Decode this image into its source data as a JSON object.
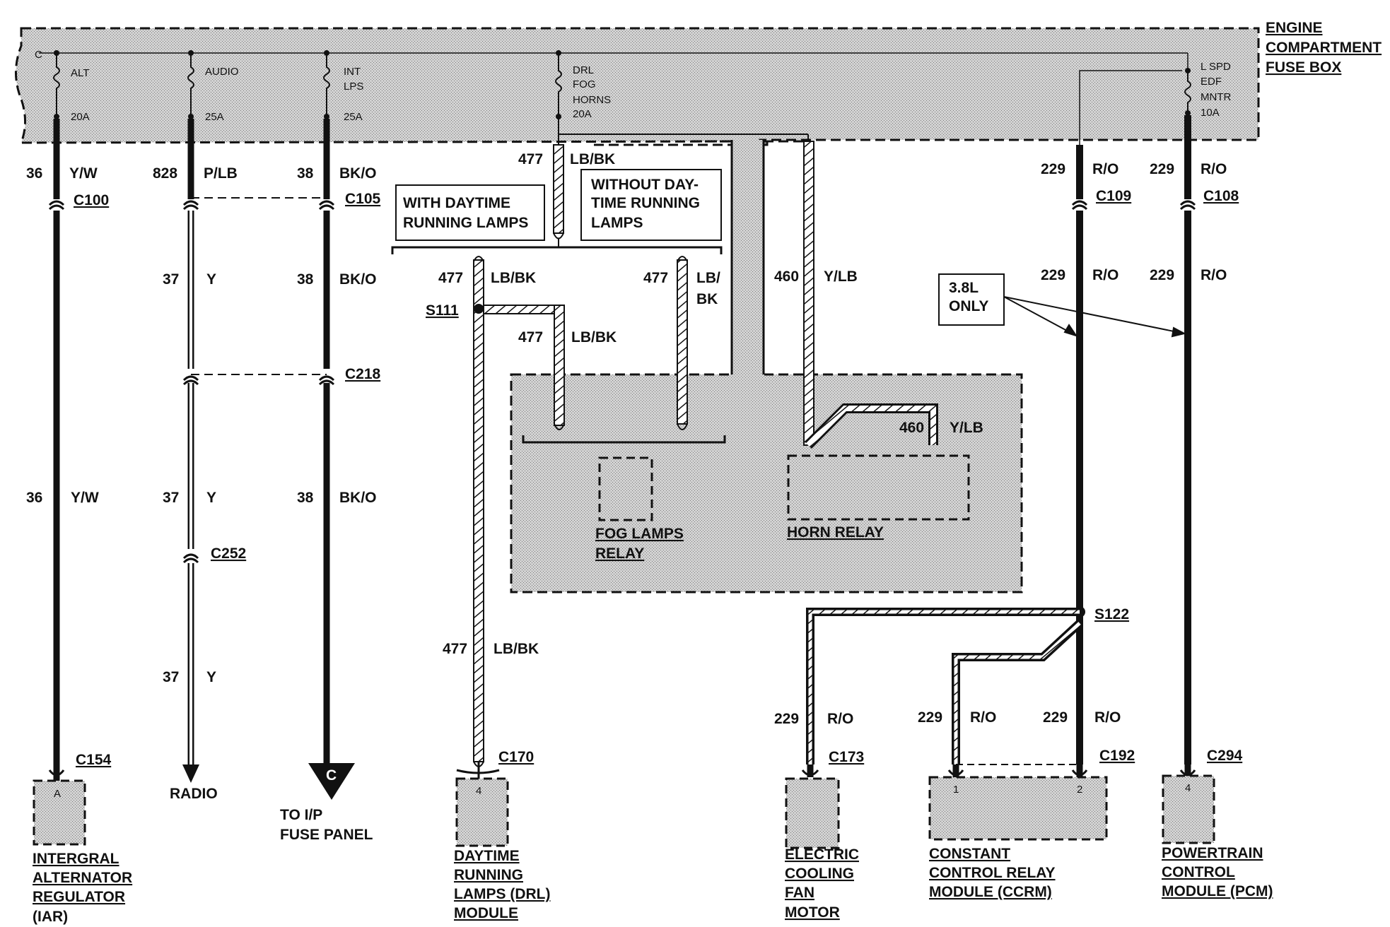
{
  "fuse_box": {
    "title_lines": [
      "ENGINE",
      "COMPARTMENT",
      "FUSE BOX"
    ],
    "corner_mark": "C",
    "fuses": [
      {
        "lines": [
          "ALT",
          "20A"
        ]
      },
      {
        "lines": [
          "AUDIO",
          "25A"
        ]
      },
      {
        "lines": [
          "INT",
          "LPS",
          "25A"
        ]
      },
      {
        "lines": [
          "DRL",
          "FOG",
          "HORNS",
          "20A"
        ]
      },
      {
        "lines": [
          "L SPD",
          "EDF",
          "MNTR",
          "10A"
        ]
      }
    ]
  },
  "wires": {
    "alt_top": {
      "num": "36",
      "color": "Y/W"
    },
    "alt_mid": {
      "num": "36",
      "color": "Y/W"
    },
    "audio_top": {
      "num": "828",
      "color": "P/LB"
    },
    "audio_1": {
      "num": "37",
      "color": "Y"
    },
    "audio_2": {
      "num": "37",
      "color": "Y"
    },
    "audio_3": {
      "num": "37",
      "color": "Y"
    },
    "int_top": {
      "num": "38",
      "color": "BK/O"
    },
    "int_1": {
      "num": "38",
      "color": "BK/O"
    },
    "int_2": {
      "num": "38",
      "color": "BK/O"
    },
    "drl_top": {
      "num": "477",
      "color": "LB/BK"
    },
    "drl_with": {
      "num": "477",
      "color": "LB/BK"
    },
    "drl_without": {
      "num": "477",
      "color_lines": [
        "LB/",
        "BK"
      ]
    },
    "drl_fog": {
      "num": "477",
      "color": "LB/BK"
    },
    "drl_module": {
      "num": "477",
      "color": "LB/BK"
    },
    "horn": {
      "num": "460",
      "color": "Y/LB"
    },
    "horn_relay": {
      "num": "460",
      "color": "Y/LB"
    },
    "l229_c109": {
      "num": "229",
      "color": "R/O"
    },
    "l229_c108": {
      "num": "229",
      "color": "R/O"
    },
    "l229_mid1": {
      "num": "229",
      "color": "R/O"
    },
    "l229_mid2": {
      "num": "229",
      "color": "R/O"
    },
    "l229_fan": {
      "num": "229",
      "color": "R/O"
    },
    "l229_ccrm1": {
      "num": "229",
      "color": "R/O"
    },
    "l229_ccrm2": {
      "num": "229",
      "color": "R/O"
    }
  },
  "connectors": {
    "c100": "C100",
    "c105": "C105",
    "c109": "C109",
    "c108": "C108",
    "c218": "C218",
    "c252": "C252",
    "c154": "C154",
    "c170": "C170",
    "c173": "C173",
    "c192": "C192",
    "c294": "C294"
  },
  "splices": {
    "s111": "S111",
    "s122": "S122"
  },
  "notes": {
    "with_drl": [
      "WITH DAYTIME",
      "RUNNING LAMPS"
    ],
    "without_drl": [
      "WITHOUT DAY-",
      "TIME RUNNING",
      "LAMPS"
    ],
    "only_38l": [
      "3.8L",
      "ONLY"
    ]
  },
  "components": {
    "fog_relay": [
      "FOG LAMPS",
      "RELAY"
    ],
    "horn_relay": [
      "HORN RELAY"
    ],
    "iar": [
      "INTERGRAL",
      "ALTERNATOR",
      "REGULATOR",
      "(IAR)"
    ],
    "radio": "RADIO",
    "ip_fuse": [
      "TO I/P",
      "FUSE PANEL"
    ],
    "ip_arrow_letter": "C",
    "drl_module": [
      "DAYTIME",
      "RUNNING",
      "LAMPS (DRL)",
      "MODULE"
    ],
    "fan_motor": [
      "ELECTRIC",
      "COOLING",
      "FAN",
      "MOTOR"
    ],
    "ccrm": [
      "CONSTANT",
      "CONTROL RELAY",
      "MODULE (CCRM)"
    ],
    "pcm": [
      "POWERTRAIN",
      "CONTROL",
      "MODULE (PCM)"
    ]
  },
  "pins": {
    "iar": "A",
    "drl": "4",
    "ccrm1": "1",
    "ccrm2": "2",
    "pcm": "4"
  }
}
